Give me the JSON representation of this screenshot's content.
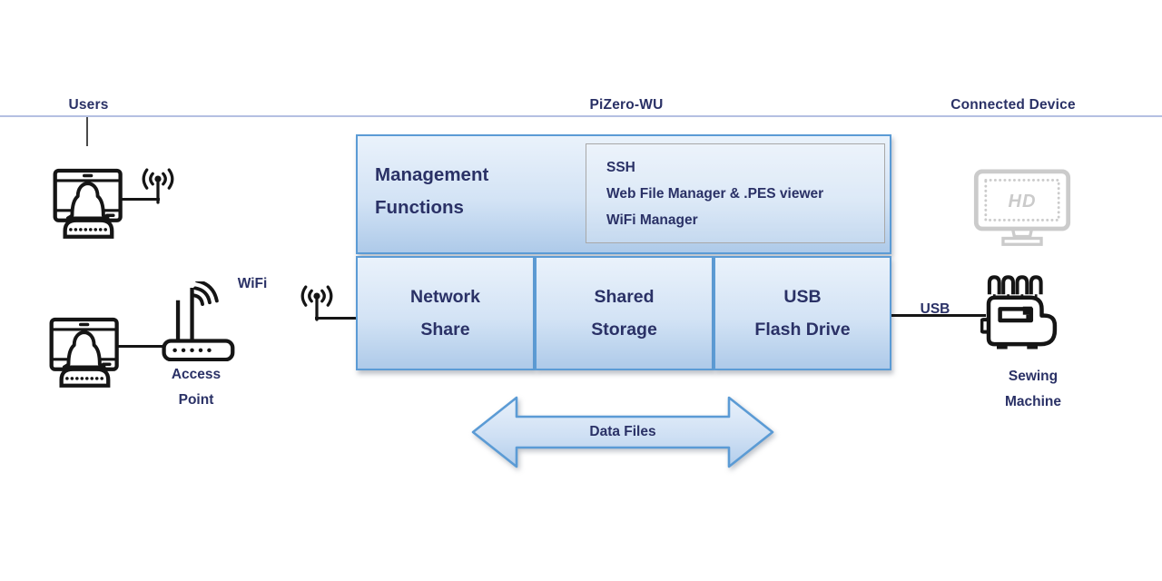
{
  "headers": {
    "left": "Users",
    "center": "PiZero-WU",
    "right": "Connected Device"
  },
  "left_zone": {
    "wifi_label": "WiFi",
    "access_point": {
      "line1": "Access",
      "line2": "Point"
    }
  },
  "pizero": {
    "management": {
      "line1": "Management",
      "line2": "Functions"
    },
    "services": [
      "SSH",
      "Web File Manager & .PES viewer",
      "WiFi Manager"
    ],
    "modules": [
      {
        "line1": "Network",
        "line2": "Share"
      },
      {
        "line1": "Shared",
        "line2": "Storage"
      },
      {
        "line1": "USB",
        "line2": "Flash Drive"
      }
    ]
  },
  "right_zone": {
    "usb_label": "USB",
    "hd_badge": "HD",
    "device": {
      "line1": "Sewing",
      "line2": "Machine"
    }
  },
  "arrow": {
    "label": "Data Files"
  },
  "colors": {
    "text_navy": "#2a3166",
    "box_border_blue": "#5b9bd5",
    "box_fill_top": "#eaf2fb",
    "box_fill_bottom": "#aecae9",
    "header_line": "#b4c0e2",
    "icon_black": "#151515",
    "disabled_gray": "#cbcbcb",
    "inner_panel_border": "#a8a8a8"
  }
}
